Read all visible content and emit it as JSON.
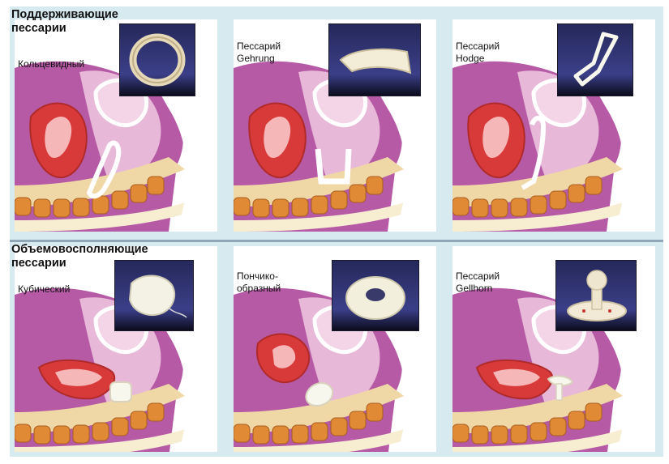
{
  "colors": {
    "background": "#d7eaf0",
    "tissue_purple": "#c783c4",
    "uterus_red": "#d83a3a",
    "vertebra_orange": "#e08a36",
    "pessary_white": "#f7f7ee",
    "thumb_dark": "#2d3070"
  },
  "groups": [
    {
      "title": "Поддерживающие\nпессарии",
      "items": [
        {
          "label": "Кольцевидный",
          "icon": "ring-pessary-icon"
        },
        {
          "label": "Пессарий\nGehrung",
          "icon": "gehrung-pessary-icon"
        },
        {
          "label": "Пессарий\nHodge",
          "icon": "hodge-pessary-icon"
        }
      ]
    },
    {
      "title": "Объемовосполняющие\nпессарии",
      "items": [
        {
          "label": "Кубический",
          "icon": "cube-pessary-icon"
        },
        {
          "label": "Пончико-\nобразный",
          "icon": "donut-pessary-icon"
        },
        {
          "label": "Пессарий\nGellhorn",
          "icon": "gellhorn-pessary-icon"
        }
      ]
    }
  ]
}
